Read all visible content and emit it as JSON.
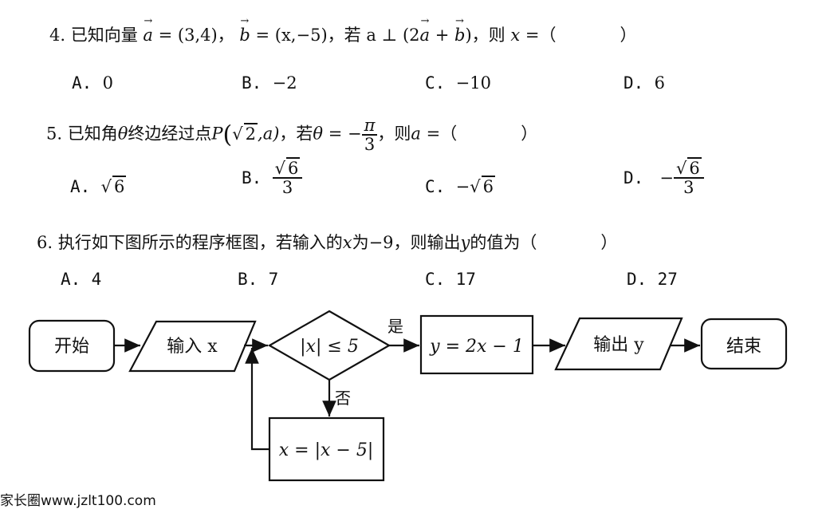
{
  "questions": [
    {
      "number": "4.",
      "stem_parts": [
        "已知向量",
        "a",
        " = (3,4)，",
        "b",
        " = (x,−5)，若",
        "a ⊥ (2",
        "a",
        " + ",
        "b",
        ")，则",
        "x",
        " =（",
        "）"
      ],
      "options": [
        {
          "label": "A.",
          "value": "0"
        },
        {
          "label": "B.",
          "value": "−2"
        },
        {
          "label": "C.",
          "value": "−10"
        },
        {
          "label": "D.",
          "value": "6"
        }
      ]
    },
    {
      "number": "5.",
      "stem_before": "已知角",
      "theta": "θ",
      "stem_mid": "终边经过点",
      "point_P": "P",
      "point_open": "(",
      "point_sqrt": "2",
      "point_rest": ",a)",
      "stem_if": "，若",
      "theta_eq": "θ = −",
      "frac_num": "π",
      "frac_den": "3",
      "stem_then": "，则",
      "a_eq": "a",
      "eq_paren": " =（",
      "close_paren": "）",
      "options": [
        {
          "label": "A.",
          "sqrt": "6"
        },
        {
          "label": "B.",
          "sqrt": "6",
          "den": "3"
        },
        {
          "label": "C.",
          "sign": "−",
          "sqrt": "6"
        },
        {
          "label": "D.",
          "sign": "−",
          "sqrt": "6",
          "den": "3"
        }
      ]
    },
    {
      "number": "6.",
      "stem_a": "执行如下图所示的程序框图，若输入的",
      "x": "x",
      "stem_b": "为−9，则输出",
      "y": "y",
      "stem_c": "的值为（",
      "close_paren": "）",
      "options": [
        {
          "label": "A.",
          "value": "4"
        },
        {
          "label": "B.",
          "value": "7"
        },
        {
          "label": "C.",
          "value": "17"
        },
        {
          "label": "D.",
          "value": "27"
        }
      ]
    }
  ],
  "flowchart": {
    "start": "开始",
    "input": "输入 x",
    "condition": "|x| ≤ 5",
    "yes": "是",
    "no": "否",
    "process": "y = 2x − 1",
    "output": "输出 y",
    "end": "结束",
    "loop": "x = |x − 5|"
  },
  "watermark": "家长圈www.jzlt100.com"
}
